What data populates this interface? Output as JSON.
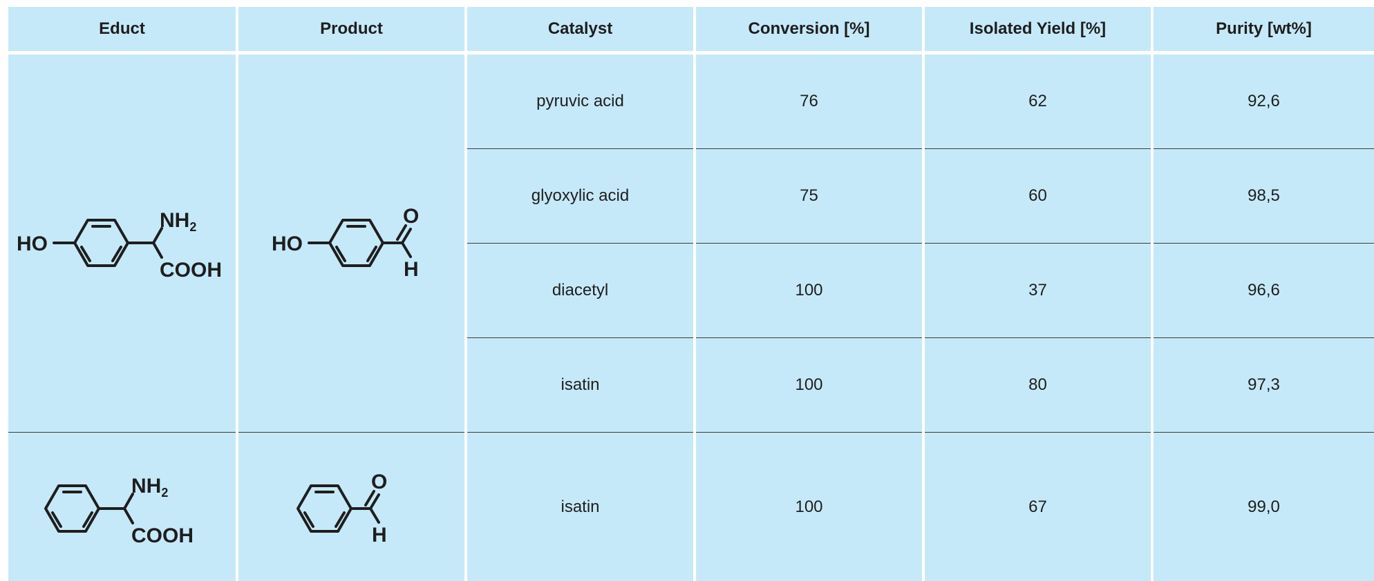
{
  "table": {
    "headers": [
      "Educt",
      "Product",
      "Catalyst",
      "Conversion [%]",
      "Isolated Yield [%]",
      "Purity [wt%]"
    ],
    "group1": {
      "educt": {
        "left_label": "HO",
        "top_label": "NH",
        "top_sub": "2",
        "bottom_label": "COOH"
      },
      "product": {
        "left_label": "HO",
        "top_label": "O",
        "bottom_label": "H"
      },
      "rows": [
        {
          "catalyst": "pyruvic acid",
          "conversion": "76",
          "yield": "62",
          "purity": "92,6"
        },
        {
          "catalyst": "glyoxylic acid",
          "conversion": "75",
          "yield": "60",
          "purity": "98,5"
        },
        {
          "catalyst": "diacetyl",
          "conversion": "100",
          "yield": "37",
          "purity": "96,6"
        },
        {
          "catalyst": "isatin",
          "conversion": "100",
          "yield": "80",
          "purity": "97,3"
        }
      ]
    },
    "group2": {
      "educt": {
        "top_label": "NH",
        "top_sub": "2",
        "bottom_label": "COOH"
      },
      "product": {
        "top_label": "O",
        "bottom_label": "H"
      },
      "rows": [
        {
          "catalyst": "isatin",
          "conversion": "100",
          "yield": "67",
          "purity": "99,0"
        }
      ]
    }
  }
}
